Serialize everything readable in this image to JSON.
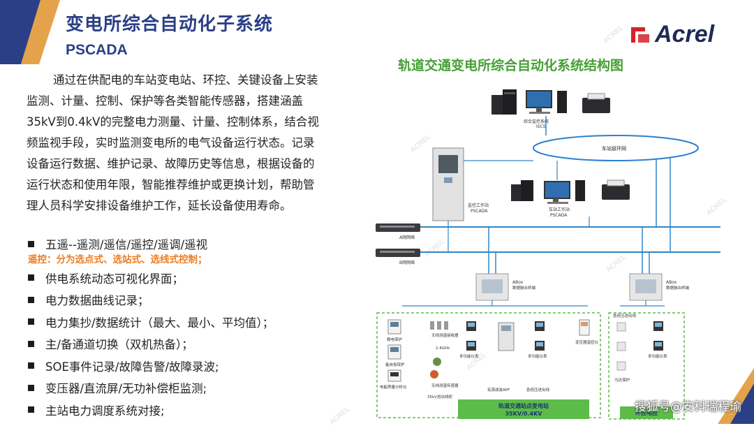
{
  "header": {
    "title": "变电所综合自动化子系统",
    "subtitle": "PSCADA"
  },
  "intro": "通过在供配电的车站变电站、环控、关键设备上安装监测、计量、控制、保护等各类智能传感器，搭建涵盖35kV到0.4kV的完整电力测量、计量、控制体系，结合视频监视手段，实时监测变电所的电气设备运行状态。记录设备运行数据、维护记录、故障历史等信息，根据设备的运行状态和使用年限，智能推荐维护或更换计划，帮助管理人员科学安排设备维护工作，延长设备使用寿命。",
  "features": {
    "first": "五遥--遥测/遥信/遥控/遥调/遥视",
    "note": "遥控：分为选点式、选站式、选线式控制；",
    "items": [
      "供电系统动态可视化界面；",
      "电力数据曲线记录；",
      "电力集抄/数据统计（最大、最小、平均值）；",
      "主/备通道切换（双机热备）；",
      "SOE事件记录/故障告警/故障录波;",
      "变压器/直流屏/无功补偿柜监测;",
      "主站电力调度系统对接;"
    ]
  },
  "logo": {
    "text": "Acrel",
    "color": "#1f2a55",
    "accent": "#d6222a"
  },
  "watermark_word": "ACREL",
  "footer_watermark": "搜狐号@安科瑞程瑜",
  "diagram": {
    "title": "轨道交通变电所综合自动化系统结构图",
    "iscs_label_1": "综合监控系统",
    "iscs_label_2": "ISCS",
    "ring_label": "车站级环网",
    "monitor_ws_1": "监控工作站",
    "monitor_ws_2": "PSCADA",
    "station_ws_1": "车站工作站",
    "station_ws_2": "PSCADA",
    "net_a": "A网网络",
    "net_b": "B网网络",
    "abox_left_1": "ABox",
    "abox_left_2": "数据融合终端",
    "abox_right_1": "ABox",
    "abox_right_2": "数据融合终端",
    "dev_protect": "微电保护",
    "dev_autoswitch": "备自投保护",
    "dev_powerquality": "电能质量分析仪",
    "dev_wireless_temp": "无线测温接收器",
    "dev_24ghz": "2.4GHz",
    "dev_wireless_sensor": "无线测温传感器",
    "dev_meter_1": "多功能仪表",
    "dev_meter_2": "多功能仪表",
    "dev_apf": "有源滤波APF",
    "dev_incoming": "各低压进出线",
    "dev_transformer": "变压器温控仪",
    "dev_35kv_line": "35kV进出线柜",
    "dev_meter_3": "多功能仪表",
    "dev_motor_protect": "马达保护",
    "dev_lv_incoming": "各低压进出线",
    "box_left_1": "轨道交通站点变电站",
    "box_left_2": "35KV/0.4KV",
    "box_right": "环控电控",
    "colors": {
      "title_green": "#46a035",
      "bus_blue": "#2f86c9",
      "ring_blue": "#2d7fcf",
      "green_box": "#5dbb4a"
    }
  }
}
